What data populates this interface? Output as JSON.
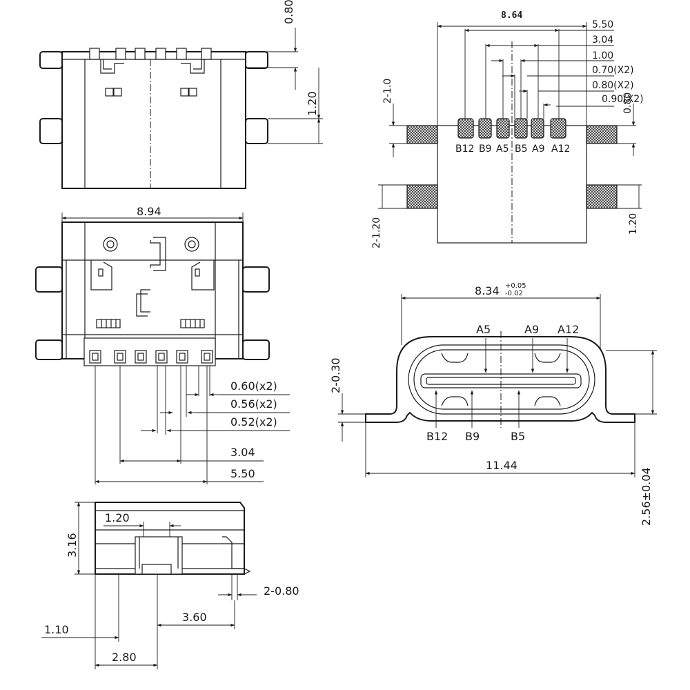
{
  "top_view": {
    "dims": [
      "0.80",
      "1.20"
    ]
  },
  "bottom_view": {
    "dims": [
      "8.94",
      "0.60(x2)",
      "0.56(x2)",
      "0.52(x2)",
      "3.04",
      "5.50"
    ]
  },
  "pcb_footprint": {
    "dims": [
      "8.64",
      "5.50",
      "3.04",
      "1.00",
      "0.70(X2)",
      "0.80(X2)",
      "0.90(X2)",
      "2-1.0",
      "0.80",
      "2-1.20",
      "1.20"
    ],
    "pins": [
      "B12",
      "B9",
      "A5",
      "B5",
      "A9",
      "A12"
    ]
  },
  "front_view": {
    "width_main": "8.34",
    "tol_upper": "+0.05",
    "tol_lower": "-0.02",
    "pins_top": [
      "A5",
      "A9",
      "A12"
    ],
    "pins_bottom": [
      "B12",
      "B9",
      "B5"
    ],
    "dims": [
      "2-0.30",
      "11.44",
      "2.56±0.04"
    ]
  },
  "side_view": {
    "dims": [
      "1.20",
      "3.16",
      "2-0.80",
      "3.60",
      "1.10",
      "2.80"
    ]
  }
}
